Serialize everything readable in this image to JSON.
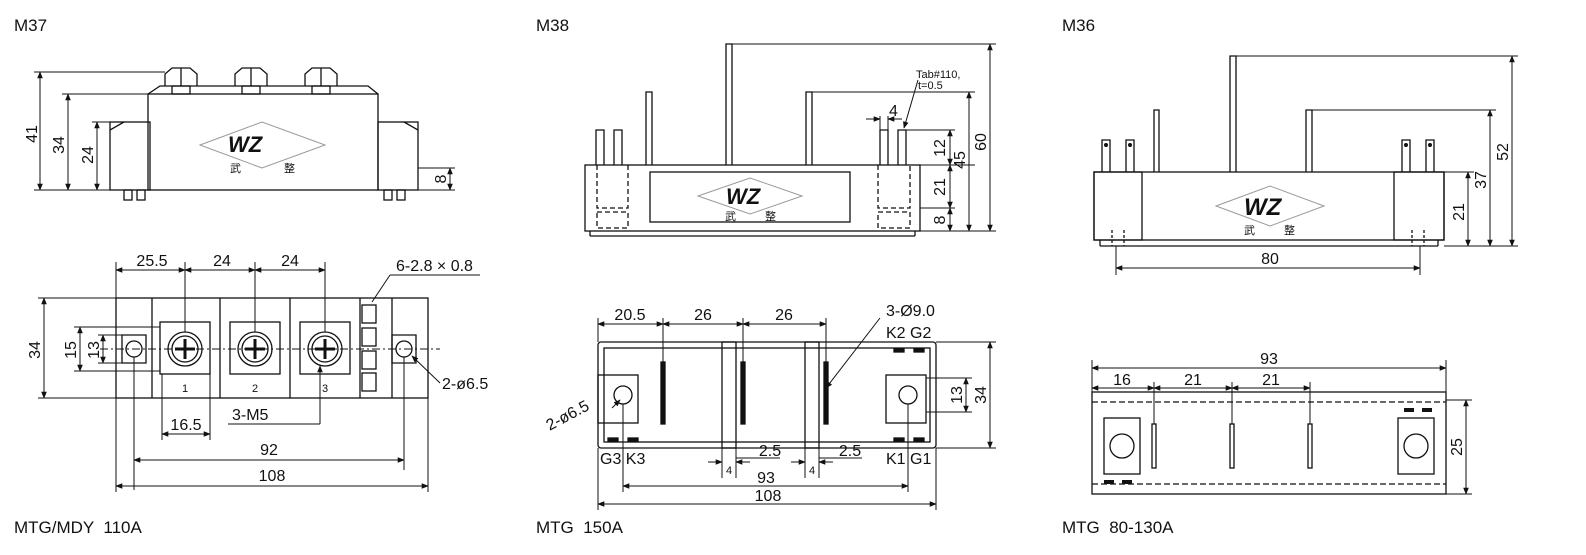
{
  "panels": [
    {
      "code": "M37",
      "caption": "MTG/MDY  110A"
    },
    {
      "code": "M38",
      "caption": "MTG  150A"
    },
    {
      "code": "M36",
      "caption": "MTG  80-130A"
    }
  ],
  "logo": {
    "letters": "WZ",
    "cn_left": "武",
    "cn_right": "整"
  },
  "m37": {
    "side": {
      "h41": "41",
      "h34": "34",
      "h24": "24",
      "h8": "8"
    },
    "top": {
      "w25_5": "25.5",
      "w24a": "24",
      "w24b": "24",
      "tabs": "6-2.8 × 0.8",
      "h34": "34",
      "h15": "15",
      "h13": "13",
      "t1": "1",
      "t2": "2",
      "t3": "3",
      "w16_5": "16.5",
      "m5": "3-M5",
      "hole": "2-ø6.5",
      "w92": "92",
      "w108": "108"
    }
  },
  "m38": {
    "side": {
      "tab": "Tab#110,",
      "thick": "t=0.5",
      "w4": "4",
      "h12": "12",
      "h45": "45",
      "h60": "60",
      "h21": "21",
      "h8": "8"
    },
    "top": {
      "w20_5": "20.5",
      "w26a": "26",
      "w26b": "26",
      "holes": "3-Ø9.0",
      "k2g2": "K2 G2",
      "h13": "13",
      "h34": "34",
      "hole": "2-ø6.5",
      "g3k3": "G3 K3",
      "k1g1": "K1 G1",
      "w4a": "4",
      "w2_5a": "2.5",
      "w4b": "4",
      "w2_5b": "2.5",
      "w93": "93",
      "w108": "108"
    }
  },
  "m36": {
    "side": {
      "h52": "52",
      "h37": "37",
      "h21": "21",
      "w80": "80"
    },
    "top": {
      "w93": "93",
      "w16": "16",
      "w21a": "21",
      "w21b": "21",
      "h25": "25"
    }
  }
}
